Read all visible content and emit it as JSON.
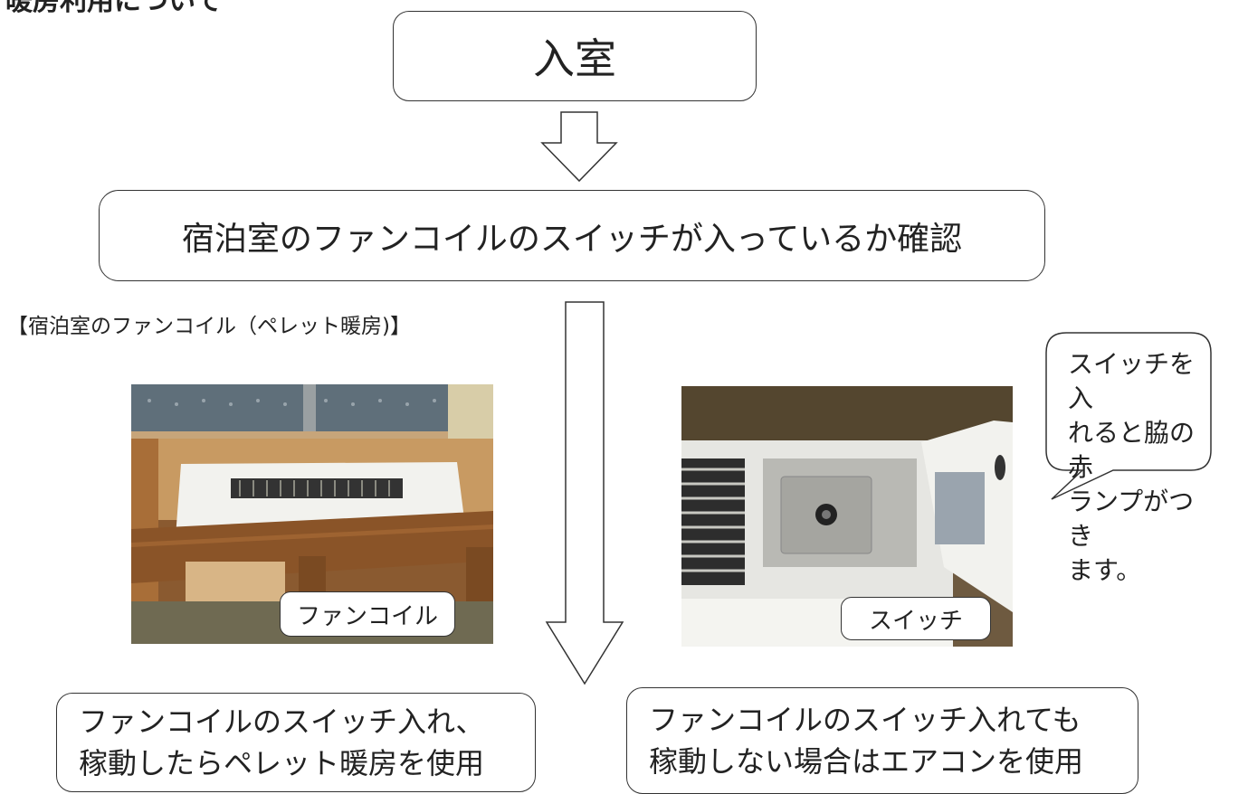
{
  "title": "暖房利用について",
  "steps": {
    "enter": "入室",
    "confirm": "宿泊室のファンコイルのスイッチが入っているか確認",
    "success_line1": "ファンコイルのスイッチ入れ、",
    "success_line2": "稼動したらペレット暖房を使用",
    "fail_line1": "ファンコイルのスイッチ入れても",
    "fail_line2": "稼動しない場合はエアコンを使用"
  },
  "section_label": "【宿泊室のファンコイル（ペレット暖房)】",
  "photos": {
    "fancoil_caption": "ファンコイル",
    "switch_caption": "スイッチ"
  },
  "callout": {
    "line1": "スイッチを入",
    "line2": "れると脇の赤",
    "line3": "ランプがつき",
    "line4": "ます。"
  },
  "colors": {
    "stroke": "#333333",
    "wood": "#9a6a3c",
    "unit_white": "#f2f2ee"
  }
}
